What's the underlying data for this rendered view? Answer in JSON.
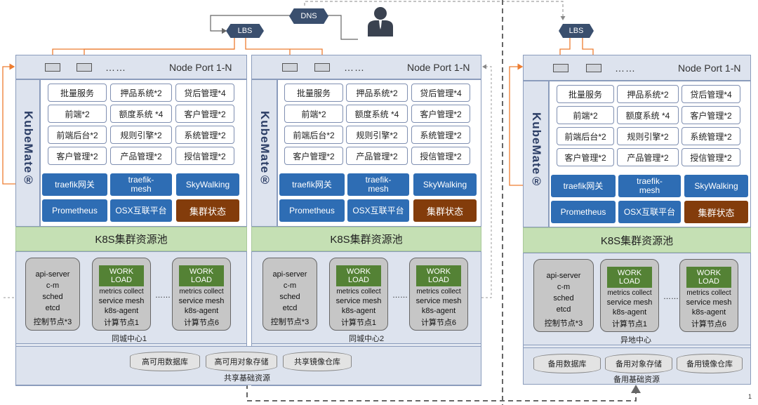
{
  "top": {
    "dns_label": "DNS",
    "lbs_label": "LBS",
    "page_number": "1"
  },
  "clusters": [
    {
      "node_port": "Node Port 1-N",
      "dots": "……",
      "kubemate": "KubeMate®",
      "services": [
        [
          "批量服务",
          "押品系统*2",
          "贷后管理*4"
        ],
        [
          "前端*2",
          "额度系统 *4",
          "客户管理*2"
        ],
        [
          "前端后台*2",
          "规则引擎*2",
          "系统管理*2"
        ],
        [
          "客户管理*2",
          "产品管理*2",
          "授信管理*2"
        ]
      ],
      "platform": {
        "traefik": "traefik网关",
        "traefik_mesh": "traefik-mesh",
        "skywalking": "SkyWalking",
        "prometheus": "Prometheus",
        "osx": "OSX互联平台",
        "status": "集群状态"
      },
      "pool": "K8S集群资源池",
      "control_node": [
        "api-server",
        "c-m",
        "sched",
        "etcd",
        "控制节点*3"
      ],
      "workload": "WORK LOAD",
      "compute_lines": [
        "metrics collect",
        "service mesh",
        "k8s-agent"
      ],
      "compute1_label": "计算节点1",
      "compute_n_label": "计算节点6",
      "nodes_dots": "……",
      "center_label": "同城中心1"
    },
    {
      "node_port": "Node Port 1-N",
      "dots": "……",
      "kubemate": "KubeMate®",
      "services": [
        [
          "批量服务",
          "押品系统*2",
          "贷后管理*4"
        ],
        [
          "前端*2",
          "额度系统 *4",
          "客户管理*2"
        ],
        [
          "前端后台*2",
          "规则引擎*2",
          "系统管理*2"
        ],
        [
          "客户管理*2",
          "产品管理*2",
          "授信管理*2"
        ]
      ],
      "platform": {
        "traefik": "traefik网关",
        "traefik_mesh": "traefik-mesh",
        "skywalking": "SkyWalking",
        "prometheus": "Prometheus",
        "osx": "OSX互联平台",
        "status": "集群状态"
      },
      "pool": "K8S集群资源池",
      "control_node": [
        "api-server",
        "c-m",
        "sched",
        "etcd",
        "控制节点*3"
      ],
      "workload": "WORK LOAD",
      "compute_lines": [
        "metrics collect",
        "service mesh",
        "k8s-agent"
      ],
      "compute1_label": "计算节点1",
      "compute_n_label": "计算节点6",
      "nodes_dots": "……",
      "center_label": "同城中心2"
    },
    {
      "node_port": "Node Port 1-N",
      "dots": "……",
      "kubemate": "KubeMate®",
      "services": [
        [
          "批量服务",
          "押品系统*2",
          "贷后管理*4"
        ],
        [
          "前端*2",
          "额度系统 *4",
          "客户管理*2"
        ],
        [
          "前端后台*2",
          "规则引擎*2",
          "系统管理*2"
        ],
        [
          "客户管理*2",
          "产品管理*2",
          "授信管理*2"
        ]
      ],
      "platform": {
        "traefik": "traefik网关",
        "traefik_mesh": "traefik-mesh",
        "skywalking": "SkyWalking",
        "prometheus": "Prometheus",
        "osx": "OSX互联平台",
        "status": "集群状态"
      },
      "pool": "K8S集群资源池",
      "control_node": [
        "api-server",
        "c-m",
        "sched",
        "etcd",
        "控制节点*3"
      ],
      "workload": "WORK LOAD",
      "compute_lines": [
        "metrics collect",
        "service mesh",
        "k8s-agent"
      ],
      "compute1_label": "计算节点1",
      "compute_n_label": "计算节点6",
      "nodes_dots": "……",
      "center_label": "异地中心"
    }
  ],
  "shared_infra": {
    "items": [
      "高可用数据库",
      "高可用对象存储",
      "共享镜像仓库"
    ],
    "label": "共享基础资源"
  },
  "backup_infra": {
    "items": [
      "备用数据库",
      "备用对象存储",
      "备用镜像仓库"
    ],
    "label": "备用基础资源"
  },
  "colors": {
    "blue_box": "#2e6db4",
    "status_box": "#833c0b",
    "pool": "#c5e0b4",
    "workload": "#548235",
    "arrow": "#ed7d31"
  },
  "icons": [
    "user-icon",
    "dns-icon",
    "lbs-icon"
  ]
}
